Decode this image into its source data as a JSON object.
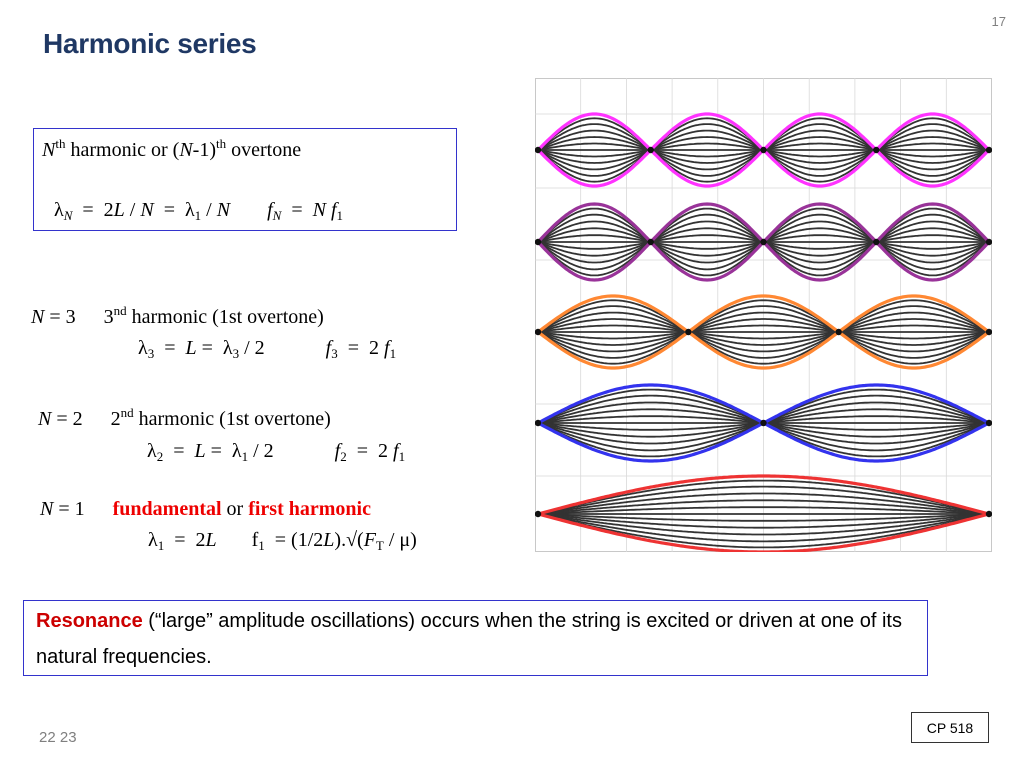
{
  "slide_number": "17",
  "title": "Harmonic series",
  "general": {
    "line1": {
      "N": "N",
      "th": "th",
      "harmonic_or": " harmonic  or (",
      "N2": "N",
      "minus1": "-1)",
      "th2": "th",
      "overtone": " overtone"
    },
    "line2": {
      "lambda": "λ",
      "N": "N",
      "eq1": "  =  2",
      "L": "L",
      "over": " / ",
      "N2": "N",
      "eq2": "  =  λ",
      "one": "1",
      "over2": " / ",
      "N3": "N",
      "f": "f",
      "fN": "N",
      "eq3": "  =  ",
      "N4": "N",
      "f2": " f",
      "one2": "1"
    }
  },
  "n3": {
    "Nlabel": "N",
    "eq": " = 3",
    "ordinal": "3",
    "sup": "nd",
    "text": " harmonic (1st overtone)",
    "lambda": "λ",
    "sub": "3",
    "eq1": "  =  ",
    "L": "L",
    "eq2": " =  λ",
    "sub2": "3",
    "div": " / 2",
    "f": "f",
    "fsub": "3",
    "feq": "  =  2 ",
    "f1": "f",
    "f1sub": "1"
  },
  "n2": {
    "Nlabel": "N",
    "eq": " = 2",
    "ordinal": "2",
    "sup": "nd",
    "text": " harmonic (1st overtone)",
    "lambda": "λ",
    "sub": "2",
    "eq1": "  =  ",
    "L": "L",
    "eq2": " =  λ",
    "sub2": "1",
    "div": " / 2",
    "f": "f",
    "fsub": "2",
    "feq": "  =  2 ",
    "f1": "f",
    "f1sub": "1"
  },
  "n1": {
    "Nlabel": "N",
    "eq": " = 1",
    "fundamental": "fundamental",
    "or": " or ",
    "first_harmonic": "first harmonic",
    "lambda": "λ",
    "sub": "1",
    "eq1": "  =  2",
    "L": "L",
    "f": "f",
    "fsub": "1",
    "feq": "  = (1/2",
    "L2": "L",
    "sqrt": ").√(",
    "F": "F",
    "Fsub": "T",
    "mu": " / μ)"
  },
  "resonance": {
    "keyword": "Resonance",
    "text": " (“large” amplitude oscillations) occurs when the string is excited or driven at one of its natural frequencies."
  },
  "footer": {
    "date": "22 23",
    "course": "CP 518"
  },
  "chart_data": {
    "type": "line",
    "title": "",
    "modes": [
      {
        "harmonic": 4,
        "color": "#ff33ff"
      },
      {
        "harmonic": 4,
        "color": "#993399"
      },
      {
        "harmonic": 3,
        "color": "#ff8833"
      },
      {
        "harmonic": 2,
        "color": "#3333ee"
      },
      {
        "harmonic": 1,
        "color": "#ee3333"
      }
    ],
    "inner_curve_color": "#333333",
    "grid": true
  }
}
